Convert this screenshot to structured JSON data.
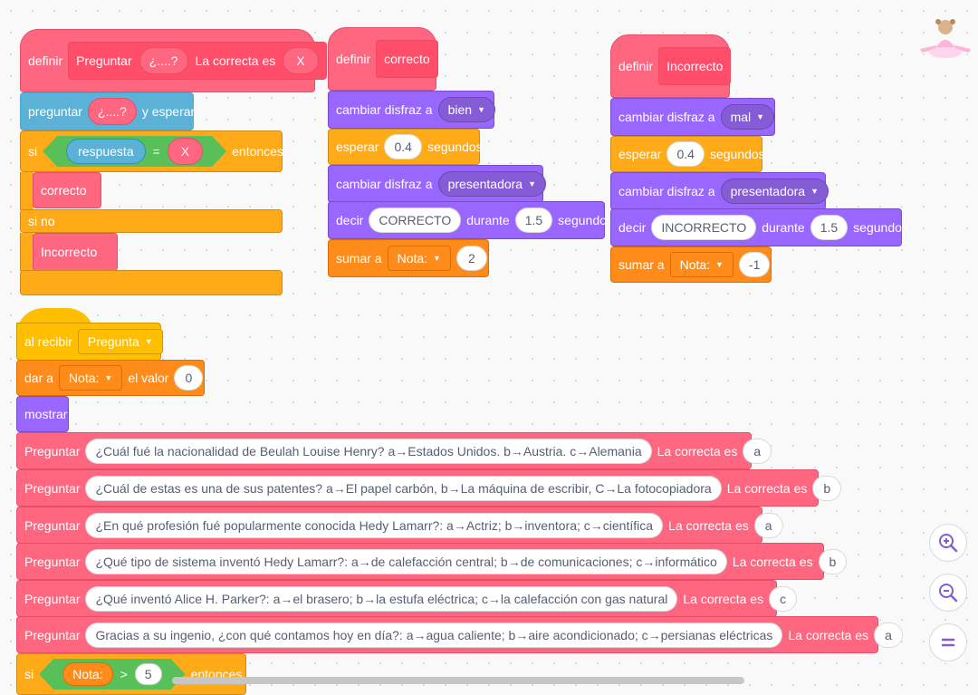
{
  "define_preguntar": {
    "define": "definir",
    "name": "Preguntar",
    "param1": "¿....?",
    "mid": "La correcta es",
    "param2": "X"
  },
  "ask": {
    "label": "preguntar",
    "arg": "¿....?",
    "suffix": "y esperar"
  },
  "if_else": {
    "si": "si",
    "answer": "respuesta",
    "eq": "=",
    "x": "X",
    "then": "entonces",
    "call_yes": "correcto",
    "else": "si no",
    "call_no": "Incorrecto"
  },
  "define_correcto": {
    "define": "definir",
    "name": "correcto",
    "costume1_label": "cambiar disfraz a",
    "costume1": "bien",
    "wait_label": "esperar",
    "wait": "0.4",
    "seconds": "segundos",
    "costume2_label": "cambiar disfraz a",
    "costume2": "presentadora",
    "say_label": "decir",
    "say": "CORRECTO",
    "during": "durante",
    "say_secs": "1.5",
    "say_seconds": "segundos",
    "add_label": "sumar a",
    "var": "Nota:",
    "amount": "2"
  },
  "define_incorrecto": {
    "define": "definir",
    "name": "Incorrecto",
    "costume1_label": "cambiar disfraz a",
    "costume1": "mal",
    "wait_label": "esperar",
    "wait": "0.4",
    "seconds": "segundos",
    "costume2_label": "cambiar disfraz a",
    "costume2": "presentadora",
    "say_label": "decir",
    "say": "INCORRECTO",
    "during": "durante",
    "say_secs": "1.5",
    "say_seconds": "segundos",
    "add_label": "sumar a",
    "var": "Nota:",
    "amount": "-1"
  },
  "main": {
    "hat_label": "al recibir",
    "message": "Pregunta",
    "set_label": "dar a",
    "set_var": "Nota:",
    "set_mid": "el valor",
    "set_val": "0",
    "show": "mostrar",
    "questions": [
      {
        "label": "Preguntar",
        "q": "¿Cuál fué la nacionalidad de Beulah Louise Henry? a→Estados Unidos. b→Austria. c→Alemania",
        "mid": "La correcta es",
        "a": "a"
      },
      {
        "label": "Preguntar",
        "q": "¿Cuál de estas es una de sus patentes? a→El papel carbón, b→La máquina de escribir, C→La fotocopiadora",
        "mid": "La correcta es",
        "a": "b"
      },
      {
        "label": "Preguntar",
        "q": "¿En qué profesión fué popularmente conocida Hedy Lamarr?: a→Actriz; b→inventora; c→científica",
        "mid": "La correcta es",
        "a": "a"
      },
      {
        "label": "Preguntar",
        "q": "¿Qué tipo de sistema inventó Hedy Lamarr?: a→de calefacción central; b→de comunicaciones; c→informático",
        "mid": "La correcta es",
        "a": "b"
      },
      {
        "label": "Preguntar",
        "q": "¿Qué inventó Alice H. Parker?: a→el brasero; b→la estufa eléctrica; c→la calefacción con gas natural",
        "mid": "La correcta es",
        "a": "c"
      },
      {
        "label": "Preguntar",
        "q": "Gracias a su ingenio, ¿con qué contamos hoy en día?: a→agua caliente; b→aire acondicionado; c→persianas eléctricas",
        "mid": "La correcta es",
        "a": "a"
      }
    ],
    "final_if": {
      "si": "si",
      "var": "Nota:",
      "op": ">",
      "val": "5",
      "then": "entonces"
    }
  },
  "zoom": {
    "in_icon": "zoom-in-icon",
    "out_icon": "zoom-out-icon",
    "reset_icon": "zoom-reset-icon"
  },
  "colors": {
    "custom": "#ff6680",
    "sensing": "#5cb1d6",
    "control": "#ffab19",
    "looks": "#9966ff",
    "variable": "#ff8c1a",
    "events": "#ffbf00",
    "operator": "#59c059"
  }
}
